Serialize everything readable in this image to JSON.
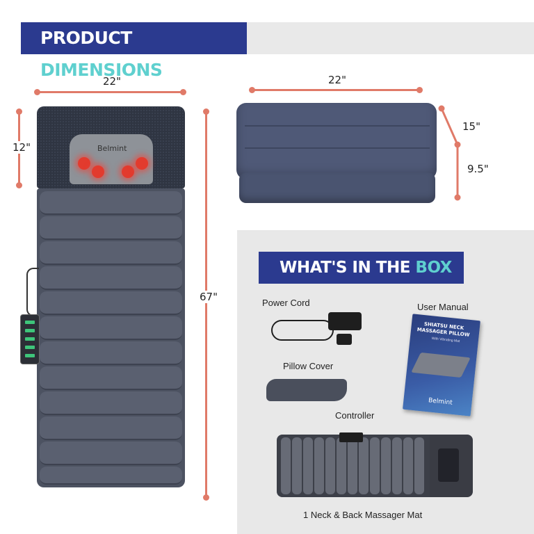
{
  "header": {
    "title_part1": "PRODUCT",
    "title_part2": "DIMENSIONS"
  },
  "dimensions": {
    "mat_width": "22\"",
    "head_height": "12\"",
    "mat_length": "67\"",
    "folded_width": "22\"",
    "folded_depth": "15\"",
    "folded_height": "9.5\""
  },
  "mat": {
    "brand": "Belmint"
  },
  "box": {
    "title_part1": "WHAT'S IN THE",
    "title_part2": "BOX",
    "items": {
      "power_cord": "Power Cord",
      "user_manual": "User Manual",
      "pillow_cover": "Pillow Cover",
      "controller": "Controller",
      "mat": "1 Neck & Back Massager Mat"
    },
    "manual": {
      "title": "SHIATSU NECK MASSAGER PILLOW",
      "subtitle": "With Vibrating Mat",
      "brand": "Belmint"
    }
  },
  "colors": {
    "banner": "#2b3a8f",
    "accent": "#5fd0cf",
    "dimension_line": "#e07a68"
  }
}
